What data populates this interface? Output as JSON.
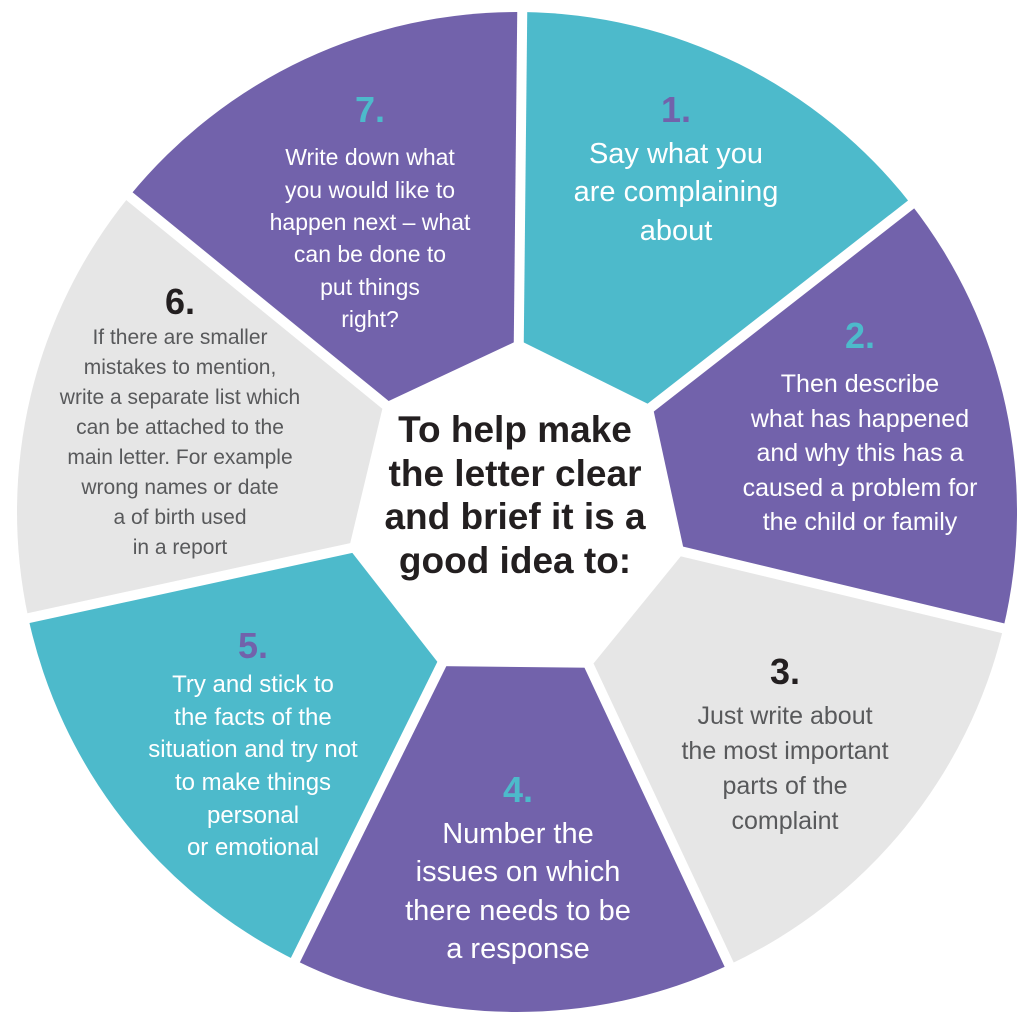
{
  "colors": {
    "teal": "#4dbacb",
    "purple": "#7262ab",
    "grey": "#e6e6e6",
    "dark_text": "#231f20",
    "grey_text": "#58595b",
    "white": "#ffffff"
  },
  "center": {
    "text": "To help make\nthe letter clear\nand brief it is a\ngood idea to:"
  },
  "segments": [
    {
      "number": "1.",
      "text": "Say what you\nare complaining\nabout",
      "fill": "teal",
      "number_color": "purple",
      "text_color": "white"
    },
    {
      "number": "2.",
      "text": "Then describe\nwhat has happened\nand why this has a\ncaused a problem for\nthe child or family",
      "fill": "purple",
      "number_color": "teal",
      "text_color": "white"
    },
    {
      "number": "3.",
      "text": "Just write about\nthe most important\nparts of the\ncomplaint",
      "fill": "grey",
      "number_color": "dark_text",
      "text_color": "grey_text"
    },
    {
      "number": "4.",
      "text": "Number the\nissues on which\nthere needs to be\na response",
      "fill": "purple",
      "number_color": "teal",
      "text_color": "white"
    },
    {
      "number": "5.",
      "text": "Try and stick to\nthe facts of the\nsituation and try not\nto make things\npersonal\nor emotional",
      "fill": "teal",
      "number_color": "purple",
      "text_color": "white"
    },
    {
      "number": "6.",
      "text": "If there are smaller\nmistakes to mention,\nwrite a separate list which\ncan be attached to the\nmain letter. For example\nwrong names or date\na of birth used\nin a report",
      "fill": "grey",
      "number_color": "dark_text",
      "text_color": "grey_text"
    },
    {
      "number": "7.",
      "text": "Write down what\nyou would like to\nhappen next – what\ncan be done to\nput things\nright?",
      "fill": "purple",
      "number_color": "teal",
      "text_color": "white"
    }
  ]
}
